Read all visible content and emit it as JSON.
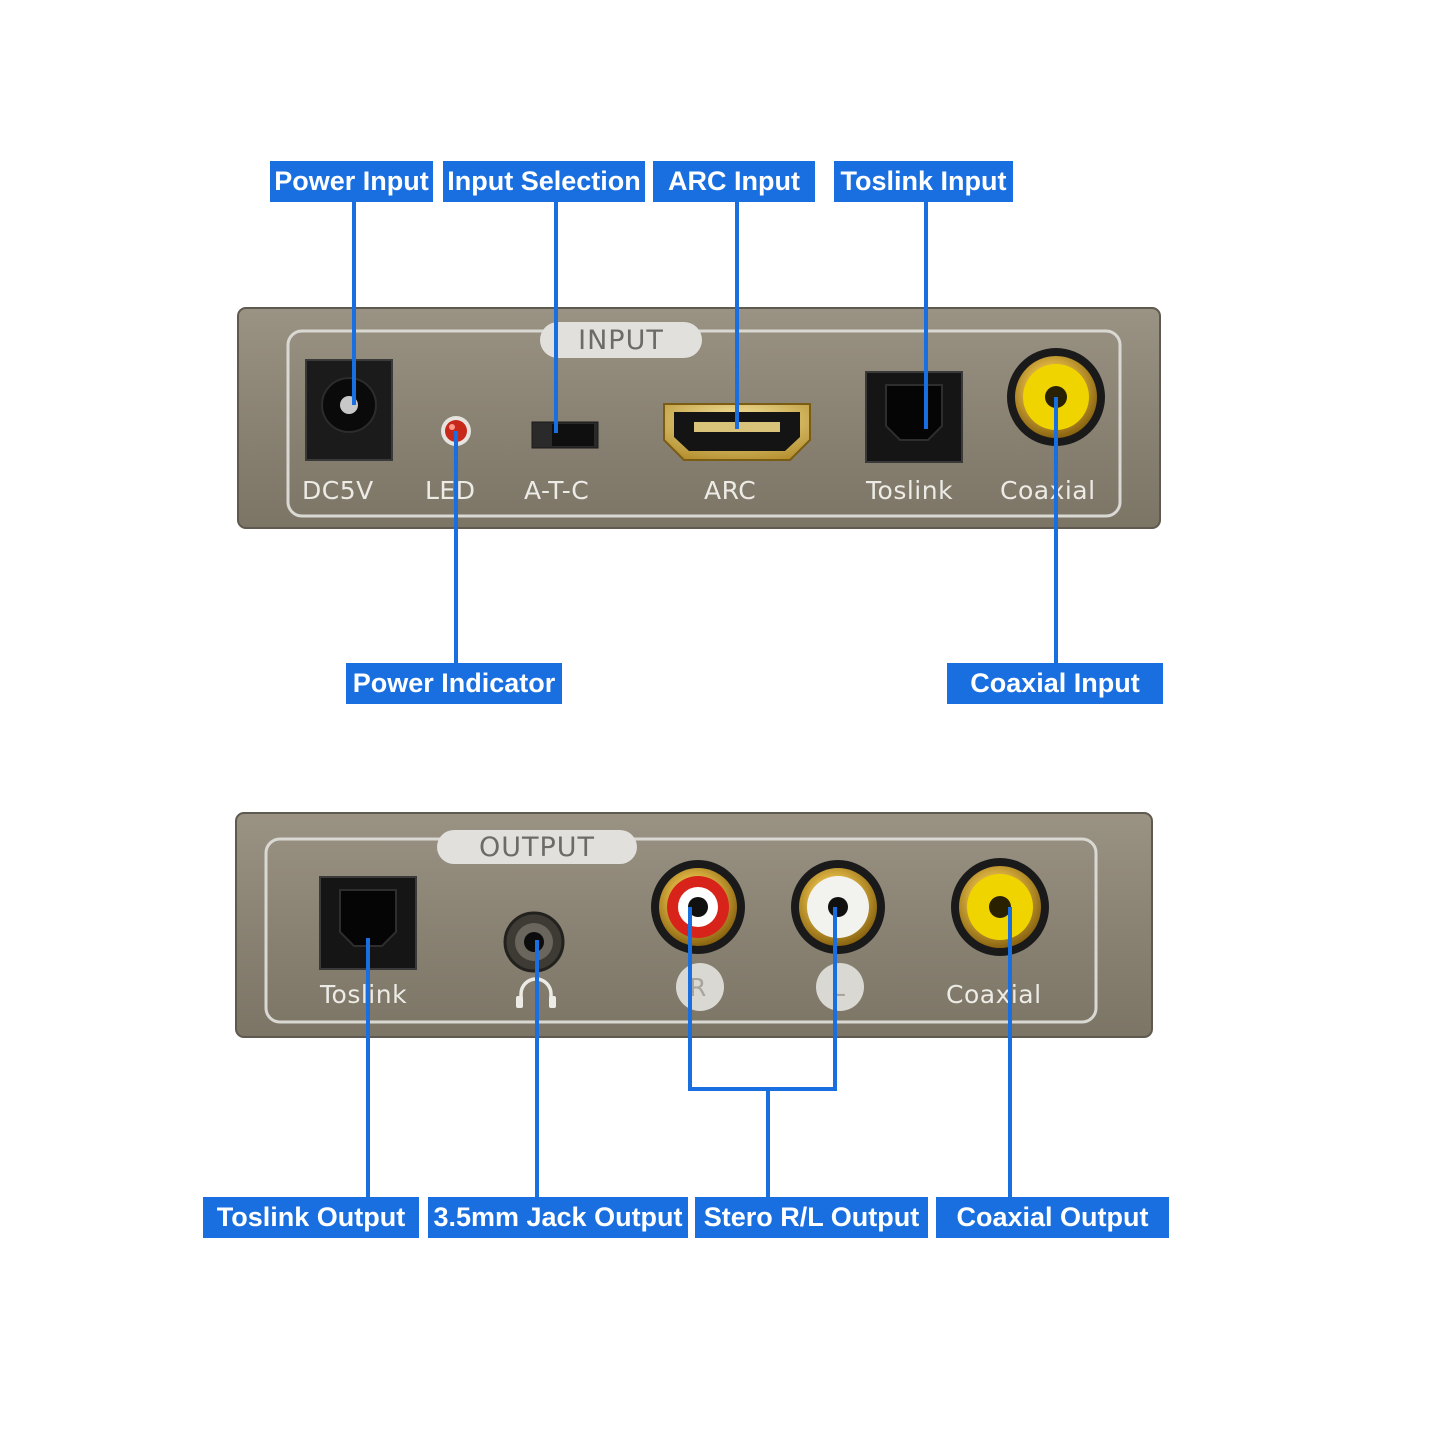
{
  "input_panel": {
    "title": "INPUT",
    "port_labels": {
      "dc5v": "DC5V",
      "led": "LED",
      "atc": "A-T-C",
      "arc": "ARC",
      "toslink": "Toslink",
      "coaxial": "Coaxial"
    }
  },
  "output_panel": {
    "title": "OUTPUT",
    "port_labels": {
      "toslink": "Toslink",
      "r": "R",
      "l": "L",
      "coaxial": "Coaxial"
    }
  },
  "callouts": {
    "power_input": "Power Input",
    "input_selection": "Input Selection",
    "arc_input": "ARC Input",
    "toslink_input": "Toslink Input",
    "power_indicator": "Power Indicator",
    "coaxial_input": "Coaxial Input",
    "toslink_output": "Toslink Output",
    "jack_output": "3.5mm Jack Output",
    "stereo_output": "Stero R/L Output",
    "coaxial_output": "Coaxial Output"
  },
  "colors": {
    "callout": "#1a6fe0",
    "panel": "#8a8374",
    "panel_outline": "#d9d8d3",
    "rca_yellow": "#f0d400",
    "rca_red": "#d8231a",
    "rca_white": "#f2f2ee",
    "led_red": "#c8281a"
  },
  "icons": {
    "headphone": "headphone-icon"
  }
}
